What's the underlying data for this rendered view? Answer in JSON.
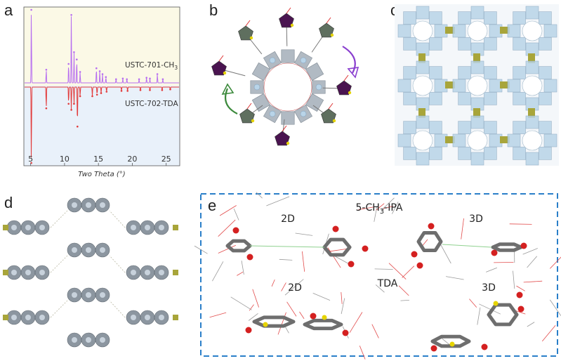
{
  "panels": {
    "a": {
      "label": "a"
    },
    "b": {
      "label": "b"
    },
    "c": {
      "label": "c"
    },
    "d": {
      "label": "d"
    },
    "e": {
      "label": "e"
    }
  },
  "panel_e": {
    "title": "5-CH",
    "title_sub": "3",
    "title_suffix": "-IPA",
    "tda_label": "TDA",
    "label_2d_top": "2D",
    "label_3d_top": "3D",
    "label_2d_bottom": "2D",
    "label_3d_bottom": "3D",
    "border_color": "#2a7fc9"
  },
  "chart_data": {
    "type": "line",
    "xlabel": "Two Theta (°)",
    "ylabel": "",
    "xlim": [
      4,
      27
    ],
    "xticks": [
      5,
      10,
      15,
      20,
      25
    ],
    "grid": false,
    "top_background": "#fbf9e6",
    "bottom_background": "#e9f1fa",
    "series": [
      {
        "name": "USTC-701-CH",
        "name_sub": "3",
        "name_full": "USTC-701-CH3",
        "color": "#b76ef0",
        "direction": "up",
        "peaks": [
          {
            "x": 5.1,
            "h": 1.0
          },
          {
            "x": 7.3,
            "h": 0.18
          },
          {
            "x": 10.6,
            "h": 0.26
          },
          {
            "x": 11.0,
            "h": 0.93
          },
          {
            "x": 11.4,
            "h": 0.42
          },
          {
            "x": 11.8,
            "h": 0.32
          },
          {
            "x": 12.3,
            "h": 0.15
          },
          {
            "x": 14.7,
            "h": 0.2
          },
          {
            "x": 15.2,
            "h": 0.16
          },
          {
            "x": 15.6,
            "h": 0.12
          },
          {
            "x": 16.1,
            "h": 0.08
          },
          {
            "x": 17.6,
            "h": 0.05
          },
          {
            "x": 18.6,
            "h": 0.06
          },
          {
            "x": 19.2,
            "h": 0.05
          },
          {
            "x": 21.0,
            "h": 0.05
          },
          {
            "x": 22.1,
            "h": 0.07
          },
          {
            "x": 22.6,
            "h": 0.06
          },
          {
            "x": 23.7,
            "h": 0.12
          },
          {
            "x": 24.5,
            "h": 0.05
          }
        ]
      },
      {
        "name": "USTC-702-TDA",
        "name_sub": "",
        "name_full": "USTC-702-TDA",
        "color": "#e23b3b",
        "direction": "down",
        "peaks": [
          {
            "x": 5.1,
            "h": 1.0
          },
          {
            "x": 7.3,
            "h": 0.28
          },
          {
            "x": 10.6,
            "h": 0.22
          },
          {
            "x": 11.0,
            "h": 0.3
          },
          {
            "x": 11.4,
            "h": 0.22
          },
          {
            "x": 11.9,
            "h": 0.52
          },
          {
            "x": 12.3,
            "h": 0.12
          },
          {
            "x": 14.1,
            "h": 0.12
          },
          {
            "x": 14.8,
            "h": 0.1
          },
          {
            "x": 15.4,
            "h": 0.08
          },
          {
            "x": 16.2,
            "h": 0.06
          },
          {
            "x": 18.4,
            "h": 0.05
          },
          {
            "x": 19.3,
            "h": 0.05
          },
          {
            "x": 21.2,
            "h": 0.04
          },
          {
            "x": 22.6,
            "h": 0.04
          },
          {
            "x": 24.4,
            "h": 0.04
          },
          {
            "x": 25.6,
            "h": 0.03
          }
        ]
      }
    ]
  },
  "colors": {
    "framework_gray": "#a9b3bd",
    "cluster_blue": "#b9d4e8",
    "linker_green": "#5f6f5f",
    "linker_purple": "#4a1450",
    "linker_olive": "#a8a53a",
    "arrow_purple": "#8a3fcf",
    "arrow_green": "#3c8a3c"
  }
}
